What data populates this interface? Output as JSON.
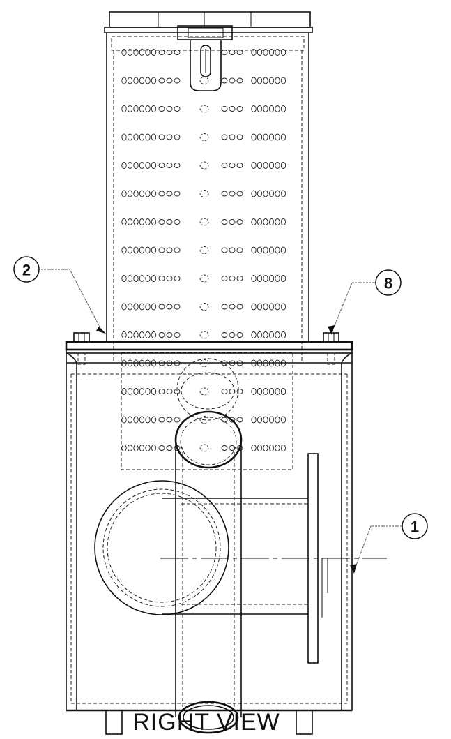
{
  "view_title": "RIGHT VIEW",
  "balloons": [
    {
      "id": "balloon-2",
      "label": "2"
    },
    {
      "id": "balloon-8",
      "label": "8"
    },
    {
      "id": "balloon-1",
      "label": "1"
    }
  ]
}
